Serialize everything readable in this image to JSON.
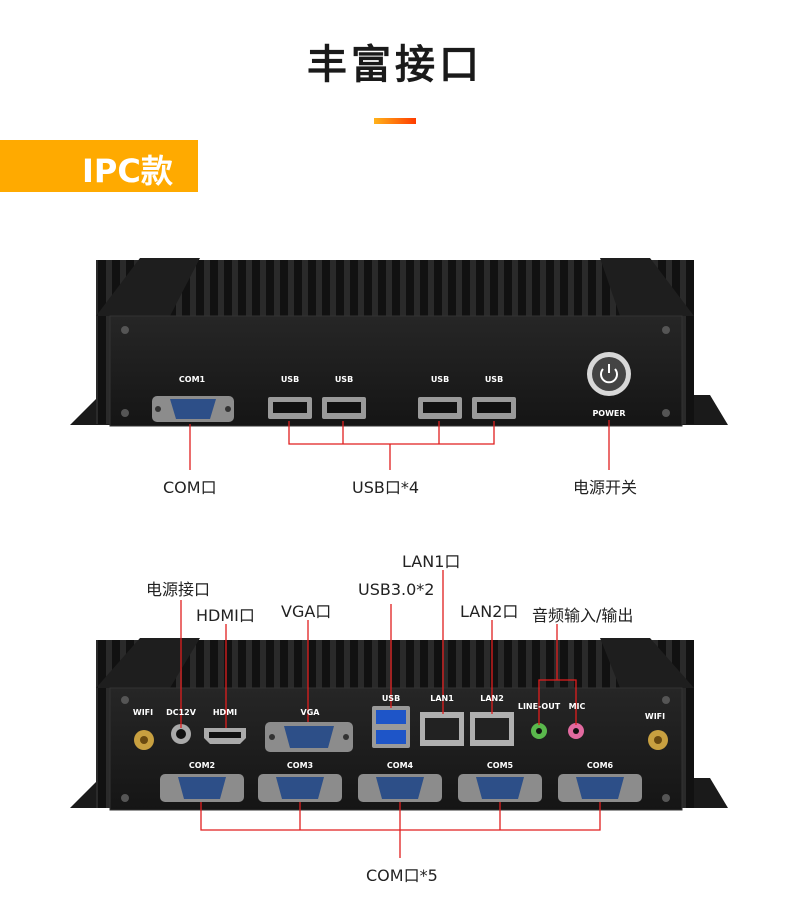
{
  "header": {
    "title": "丰富接口",
    "tag": "IPC款"
  },
  "colors": {
    "accent": "#ffaa00",
    "callout_line": "#e01e1e",
    "device": "#1c1c1c"
  },
  "top_device": {
    "panel_labels": {
      "com1": "COM1",
      "usb1": "USB",
      "usb2": "USB",
      "usb3": "USB",
      "usb4": "USB",
      "power": "POWER"
    },
    "callouts": {
      "com": "COM口",
      "usb": "USB口*4",
      "power": "电源开关"
    }
  },
  "bottom_device": {
    "panel_labels": {
      "wifi_left": "WIFI",
      "dc": "DC12V",
      "hdmi": "HDMI",
      "vga": "VGA",
      "usb": "USB",
      "lan1": "LAN1",
      "lan2": "LAN2",
      "lineout": "LINE-OUT",
      "mic": "MIC",
      "wifi_right": "WIFI",
      "com2": "COM2",
      "com3": "COM3",
      "com4": "COM4",
      "com5": "COM5",
      "com6": "COM6"
    },
    "callouts": {
      "power_jack": "电源接口",
      "hdmi": "HDMI口",
      "vga": "VGA口",
      "usb3": "USB3.0*2",
      "lan1": "LAN1口",
      "lan2": "LAN2口",
      "audio": "音频输入/输出",
      "com": "COM口*5"
    }
  }
}
